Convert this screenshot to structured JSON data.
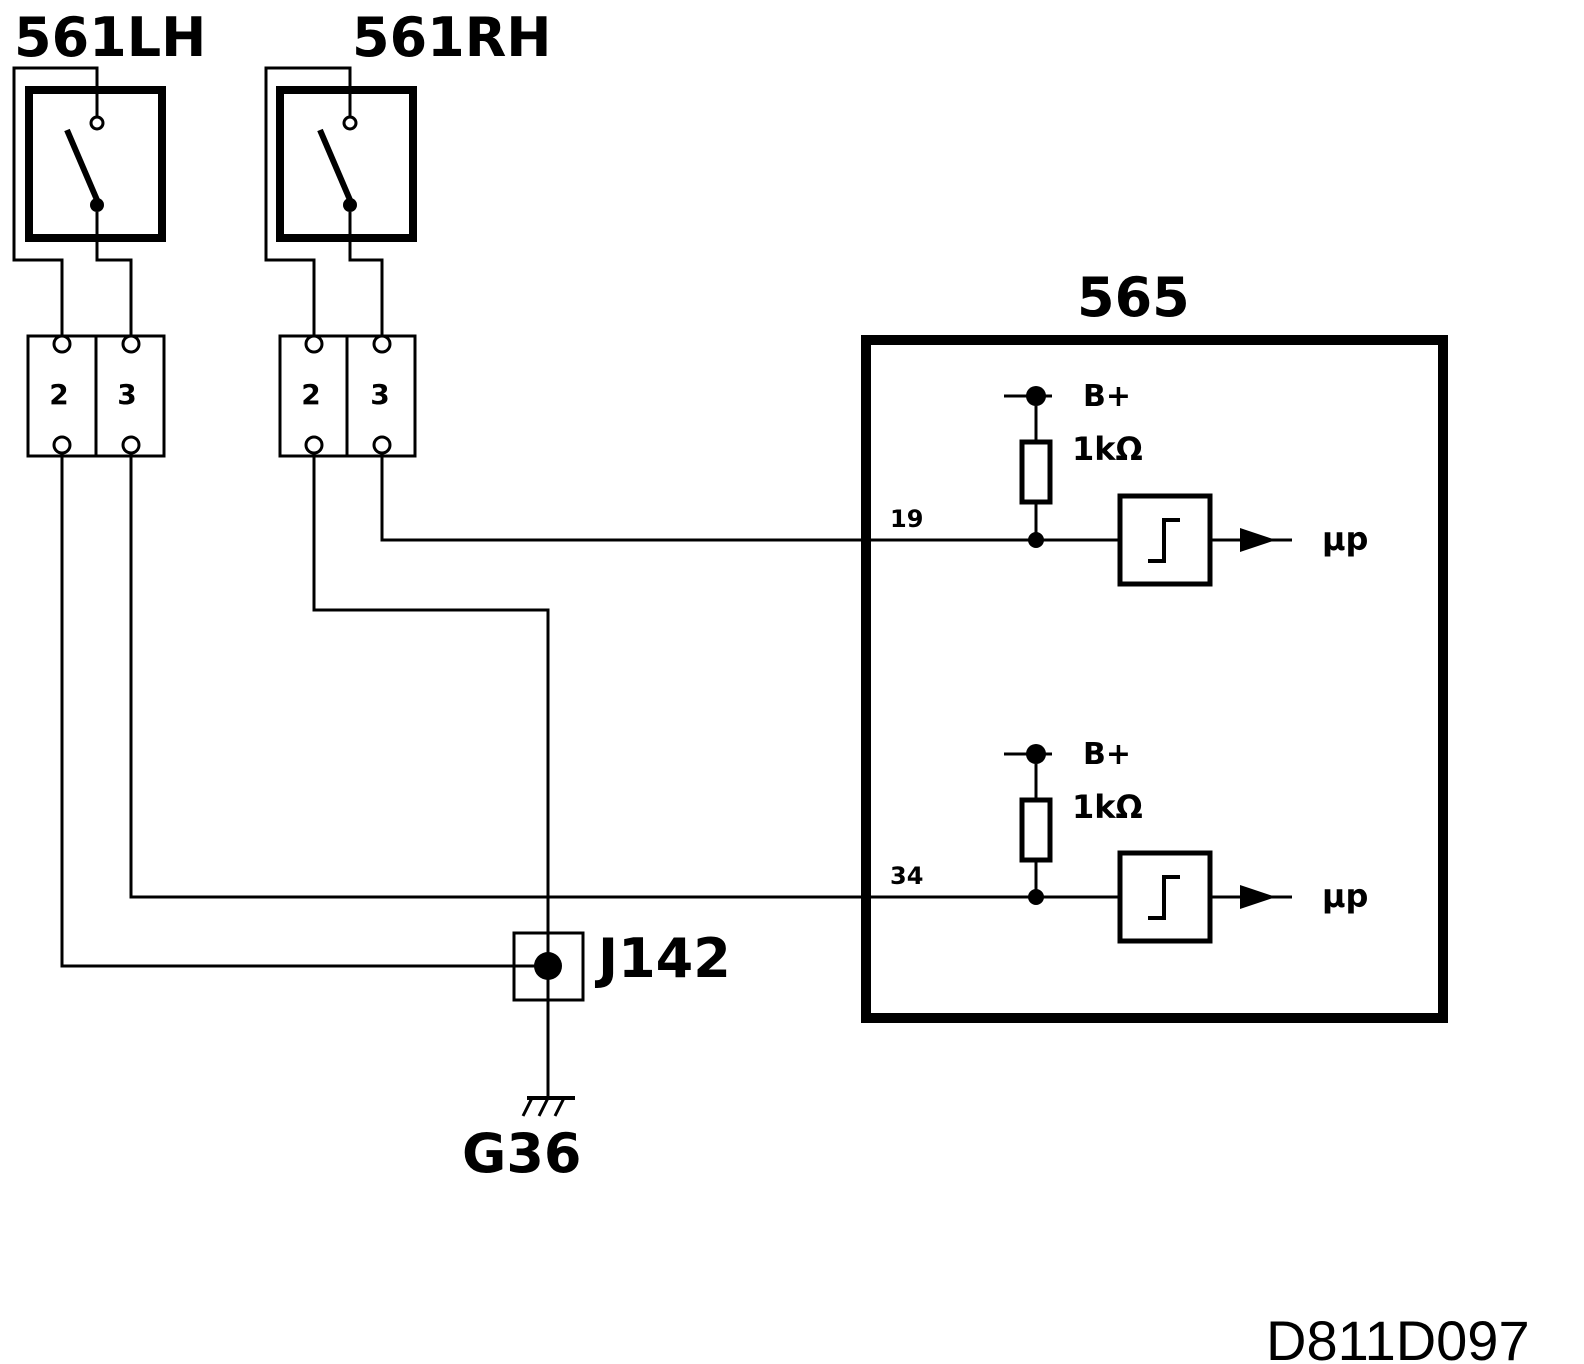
{
  "switches": [
    {
      "label": "561LH",
      "pins": [
        "2",
        "3"
      ]
    },
    {
      "label": "561RH",
      "pins": [
        "2",
        "3"
      ]
    }
  ],
  "module": {
    "label": "565",
    "channels": [
      {
        "pin": "19",
        "supply": "B+",
        "resistor": "1kΩ",
        "output": "μp"
      },
      {
        "pin": "34",
        "supply": "B+",
        "resistor": "1kΩ",
        "output": "μp"
      }
    ]
  },
  "junction": {
    "label": "J142"
  },
  "ground": {
    "label": "G36"
  },
  "figure_id": "D811D097",
  "colors": {
    "ink": "#000000",
    "paper": "#ffffff"
  }
}
